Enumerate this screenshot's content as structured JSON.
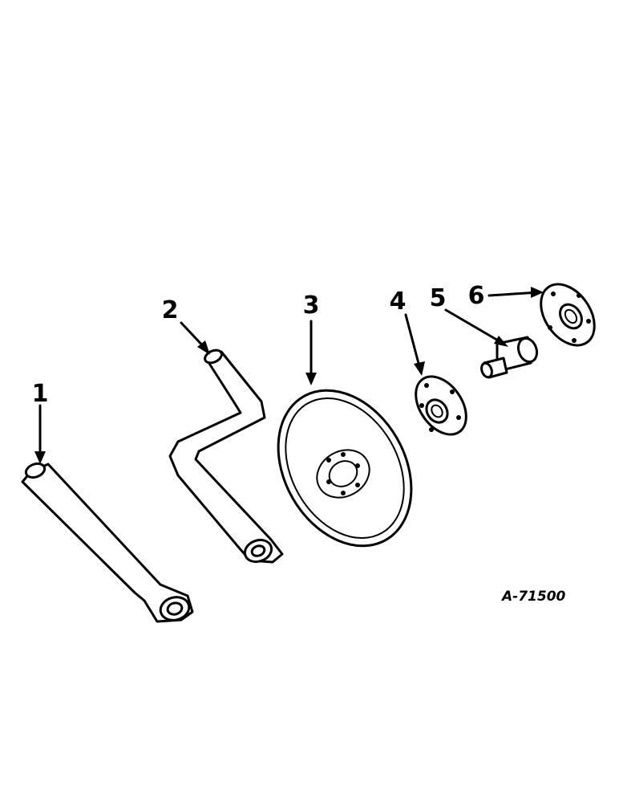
{
  "callouts": {
    "p1": "1",
    "p2": "2",
    "p3": "3",
    "p4": "4",
    "p5": "5",
    "p6": "6"
  },
  "reference_code": "A-71500"
}
